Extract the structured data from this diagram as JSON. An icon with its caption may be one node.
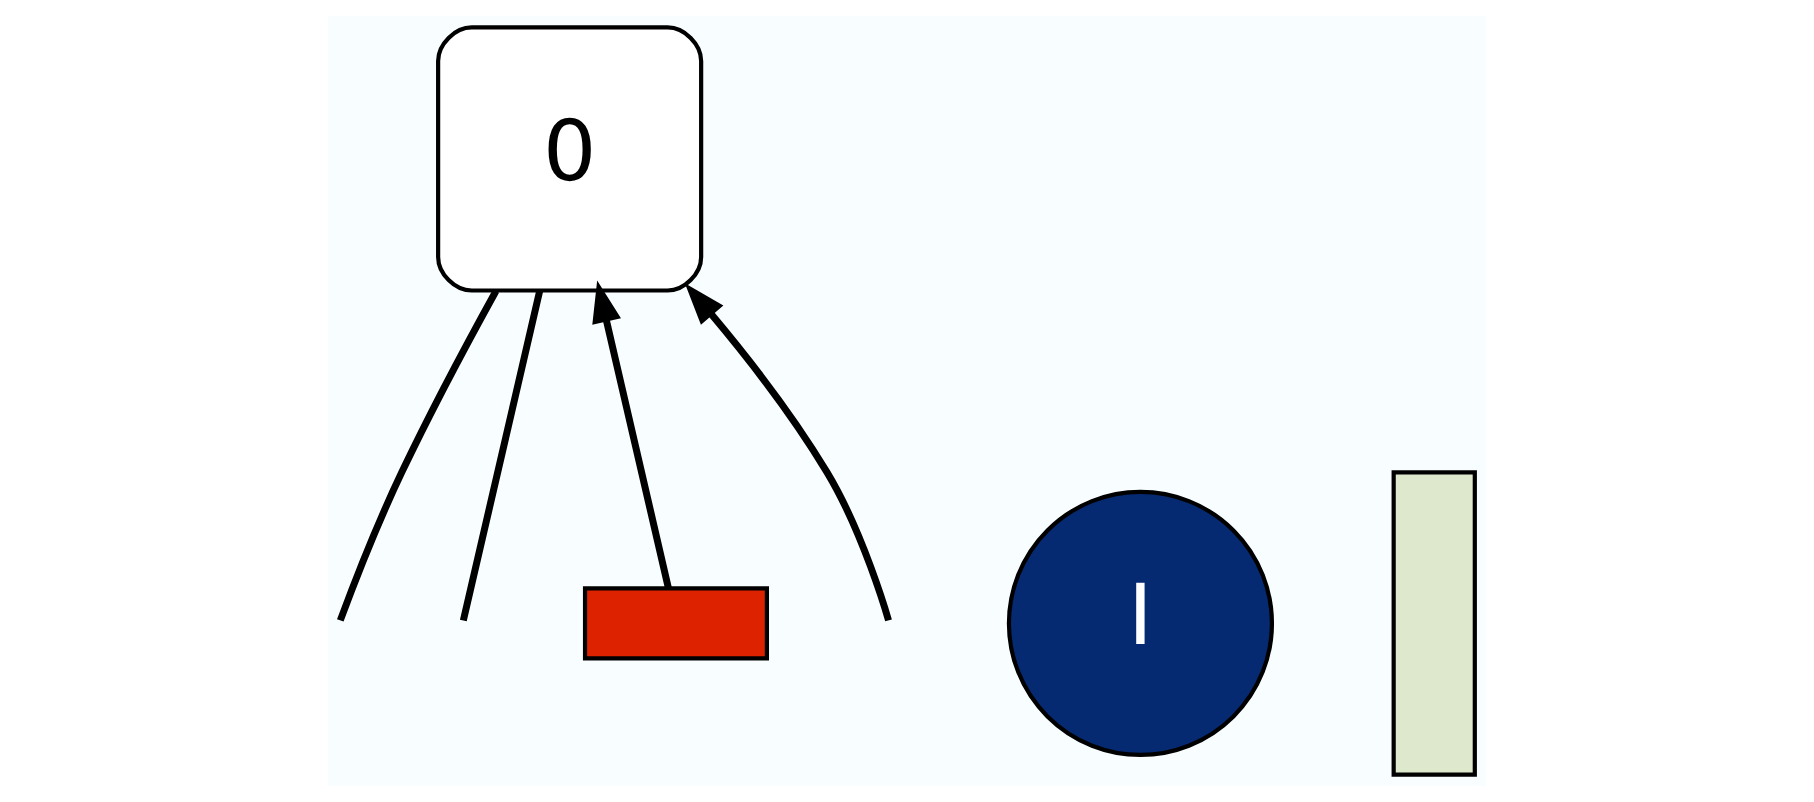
{
  "diagram": {
    "nodes": [
      {
        "text": [
          "0"
        ]
      },
      {
        "text": [
          "I"
        ]
      },
      {
        "text": [],
        "shape": "bar"
      },
      {
        "text": [],
        "shape": "bar"
      }
    ],
    "edges": [
      {
        "from": 2,
        "to": 0,
        "arrow": "to"
      },
      {
        "from": 0,
        "to": null,
        "arrow": "none"
      },
      {
        "from": null,
        "to": 0,
        "arrow": "to"
      },
      {
        "from": 0,
        "to": null,
        "arrow": "none"
      }
    ]
  }
}
